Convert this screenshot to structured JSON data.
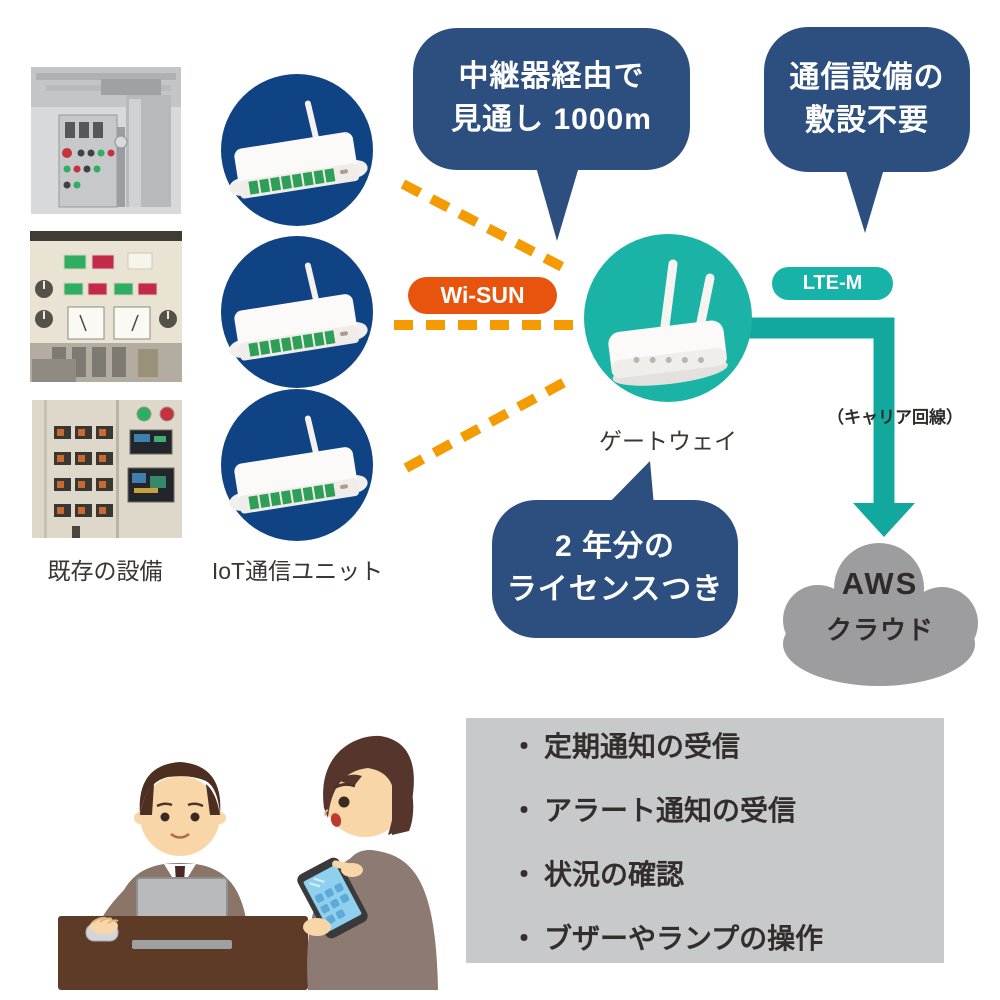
{
  "colors": {
    "bubble_navy": "#2d4f80",
    "circle_navy": "#0f4383",
    "teal": "#1cb3a7",
    "ltem_teal": "#17b2a8",
    "dash_orange": "#f39b00",
    "wisun_orange": "#e8540e",
    "panel_gray": "#c8c9cb",
    "cloud_gray": "#9d9da0",
    "text_dark": "#332e2d"
  },
  "left_column": {
    "equipment_label": "既存の設備",
    "units_label": "IoT通信ユニット"
  },
  "bubbles": {
    "relay": {
      "line1": "中継器経由で",
      "line2": "見通し 1000m"
    },
    "no_wiring": {
      "line1": "通信設備の",
      "line2": "敷設不要"
    },
    "license": {
      "line1": "2 年分の",
      "line2": "ライセンスつき"
    }
  },
  "links": {
    "wisun_label": "Wi-SUN",
    "ltem_label": "LTE-M",
    "carrier_note": "（キャリア回線）"
  },
  "gateway": {
    "label": "ゲートウェイ"
  },
  "cloud": {
    "line1": "AWS",
    "line2": "クラウド"
  },
  "features": {
    "items": [
      {
        "bullet": "・",
        "text": "定期通知の受信"
      },
      {
        "bullet": "・",
        "text": "アラート通知の受信"
      },
      {
        "bullet": "・",
        "text": "状況の確認"
      },
      {
        "bullet": "・",
        "text": "ブザーやランプの操作"
      }
    ]
  }
}
